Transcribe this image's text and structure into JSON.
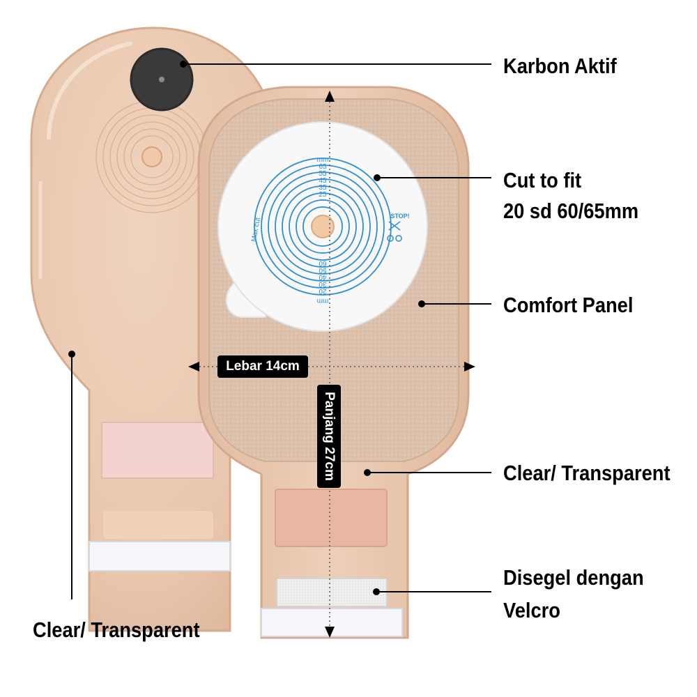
{
  "labels": {
    "karbon_aktif": "Karbon Aktif",
    "cut_to_fit_line1": "Cut to fit",
    "cut_to_fit_line2": "20 sd 60/65mm",
    "comfort_panel": "Comfort Panel",
    "clear_transparent_right": "Clear/ Transparent",
    "disegel_line1": "Disegel dengan",
    "disegel_line2": "Velcro",
    "clear_transparent_left": "Clear/ Transparent"
  },
  "dimensions": {
    "width_label": "Lebar 14cm",
    "length_label": "Panjang 27cm"
  },
  "wafer": {
    "unit": "mm",
    "top_scale": [
      "65",
      "55",
      "45",
      "35",
      "25"
    ],
    "bottom_scale": [
      "20",
      "30",
      "40",
      "50",
      "60"
    ],
    "max_cut": "Max cut",
    "stop": "STOP!"
  },
  "colors": {
    "pouch": "#e9c7ae",
    "panel": "#dcc0ab",
    "wafer_ring": "#2d8fd1",
    "text": "#000000"
  }
}
